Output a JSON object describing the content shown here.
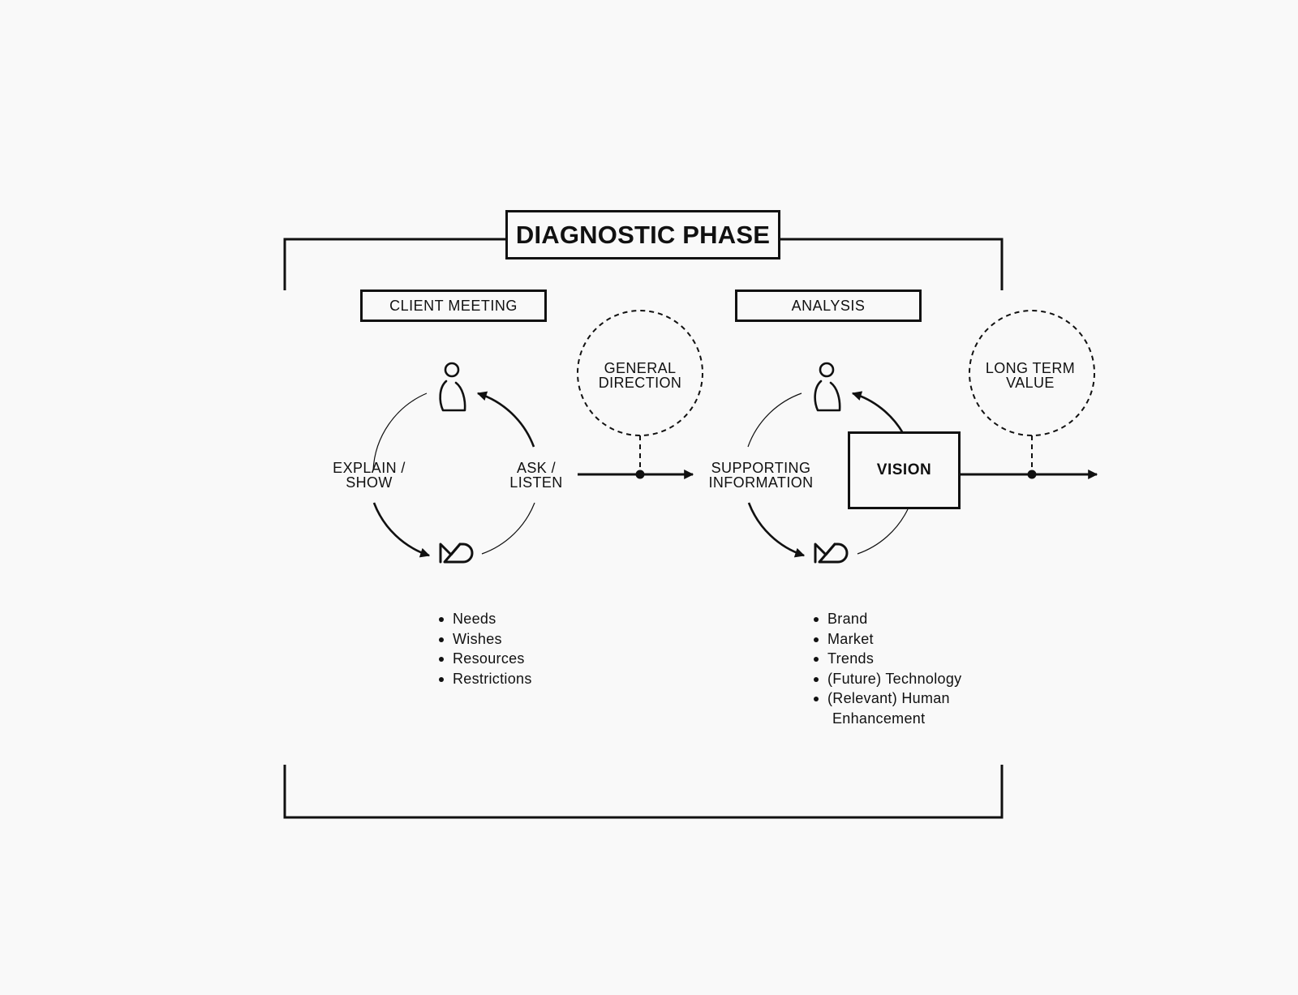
{
  "title": "DIAGNOSTIC PHASE",
  "sections": {
    "client_meeting": {
      "title": "CLIENT MEETING",
      "left_label": [
        "EXPLAIN /",
        "SHOW"
      ],
      "right_label": [
        "ASK /",
        "LISTEN"
      ],
      "output_label": [
        "GENERAL",
        "DIRECTION"
      ],
      "bullets": [
        "Needs",
        "Wishes",
        "Resources",
        "Restrictions"
      ]
    },
    "analysis": {
      "title": "ANALYSIS",
      "left_label": [
        "SUPPORTING",
        "INFORMATION"
      ],
      "center_box": "VISION",
      "output_label": [
        "LONG TERM",
        "VALUE"
      ],
      "bullets": [
        "Brand",
        "Market",
        "Trends",
        "(Future) Technology",
        "(Relevant) Human"
      ],
      "bullet_continuation": "Enhancement"
    }
  },
  "icons": {
    "client": "person-icon",
    "studio": "md-logo-icon"
  },
  "colors": {
    "ink": "#111111",
    "background": "#f9f9f9"
  }
}
